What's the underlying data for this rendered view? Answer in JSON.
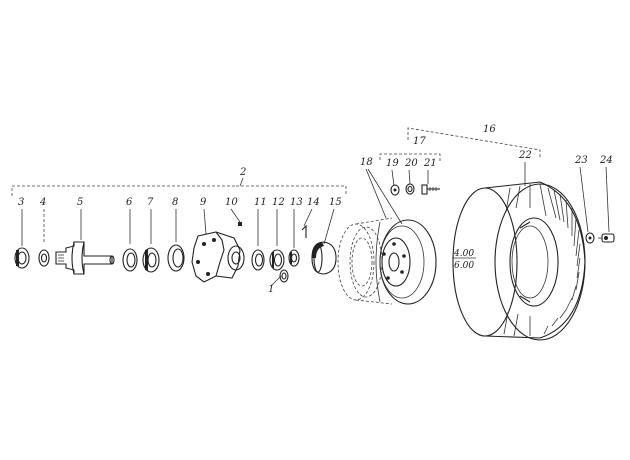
{
  "callouts": {
    "c1": "1",
    "c2": "2",
    "c3": "3",
    "c4": "4",
    "c5": "5",
    "c6": "6",
    "c7": "7",
    "c8": "8",
    "c9": "9",
    "c10": "10",
    "c11": "11",
    "c12": "12",
    "c13": "13",
    "c14": "14",
    "c15": "15",
    "c16": "16",
    "c17": "17",
    "c18": "18",
    "c19": "19",
    "c20": "20",
    "c21": "21",
    "c22": "22",
    "c23": "23",
    "c24": "24"
  },
  "tire_size": {
    "line1": "4.00",
    "line2": "6.00"
  }
}
